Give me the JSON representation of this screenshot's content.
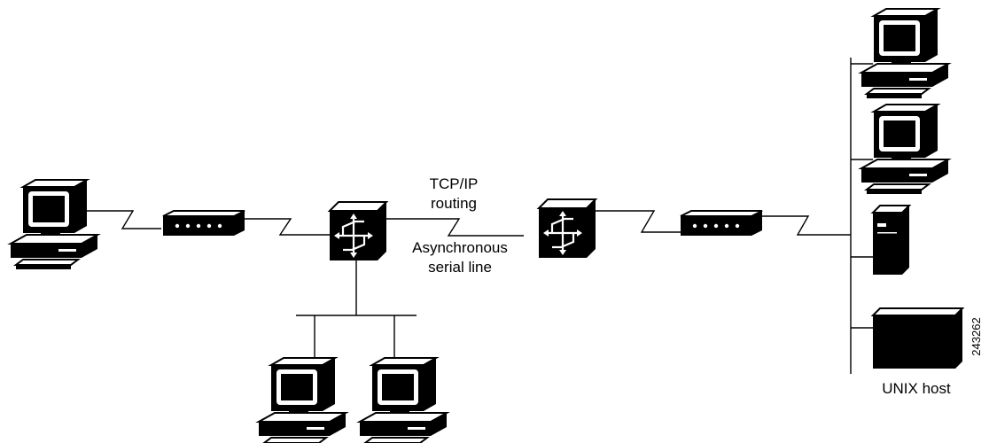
{
  "labels": {
    "tcp_line1": "TCP/IP",
    "tcp_line2": "routing",
    "async_line1": "Asynchronous",
    "async_line2": "serial line",
    "unix_host": "UNIX host",
    "figure_id": "243262"
  },
  "colors": {
    "ink": "#000000",
    "paper": "#ffffff"
  }
}
